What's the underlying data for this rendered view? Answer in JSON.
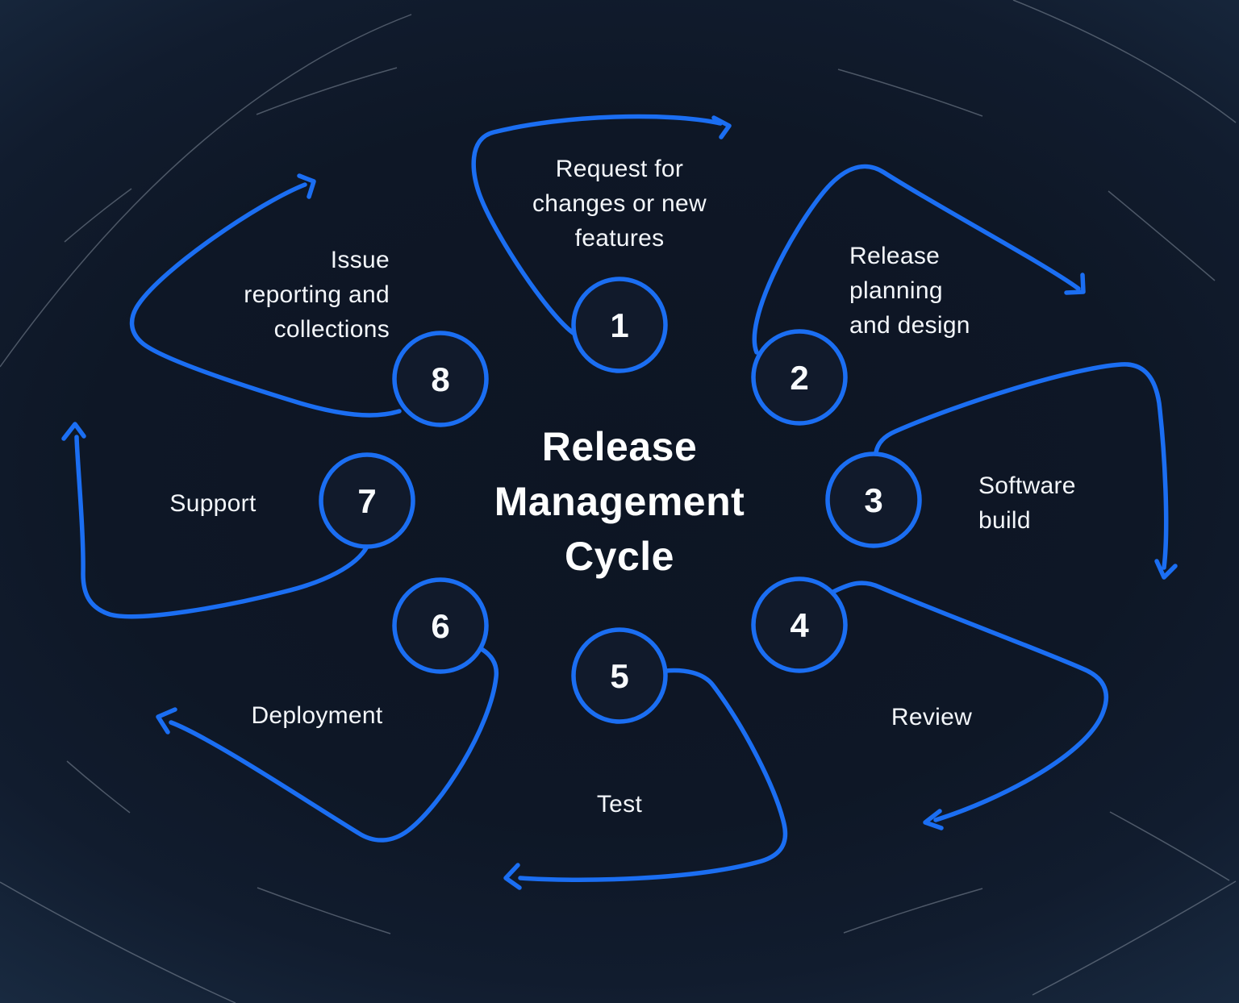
{
  "title": "Release\nManagement\nCycle",
  "colors": {
    "accent": "#1b6ef2",
    "text": "#f3f6fa",
    "background_center": "#0d1523",
    "background_edge": "#2f527b"
  },
  "steps": [
    {
      "number": "1",
      "label": "Request for\nchanges or new\nfeatures"
    },
    {
      "number": "2",
      "label": "Release\nplanning\nand design"
    },
    {
      "number": "3",
      "label": "Software\nbuild"
    },
    {
      "number": "4",
      "label": "Review"
    },
    {
      "number": "5",
      "label": "Test"
    },
    {
      "number": "6",
      "label": "Deployment"
    },
    {
      "number": "7",
      "label": "Support"
    },
    {
      "number": "8",
      "label": "Issue\nreporting and\ncollections"
    }
  ]
}
